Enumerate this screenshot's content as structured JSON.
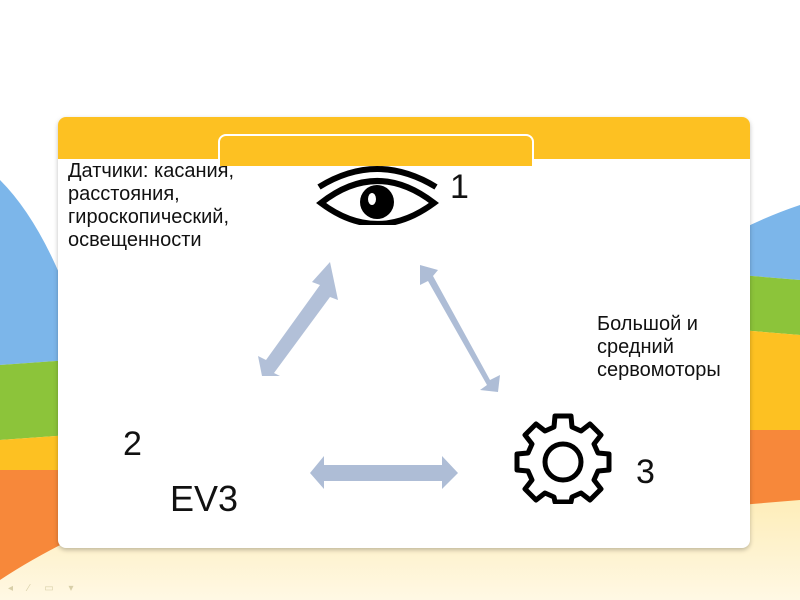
{
  "slide": {
    "sensors_text": "Датчики: касания, расстояния, гироскопический, освещенности",
    "motors_text": "Большой и средний сервомоторы",
    "node1_number": "1",
    "node2_number": "2",
    "node3_number": "3",
    "node2_label": "EV3",
    "icons": [
      "eye-icon",
      "gear-icon"
    ],
    "colors": {
      "header": "#fdc122",
      "arrow": "#aebdd6",
      "blue_band": "#7cb6ea",
      "green_band": "#8cc43a",
      "yellow_band": "#fdc122",
      "orange_band": "#f7883a"
    }
  }
}
